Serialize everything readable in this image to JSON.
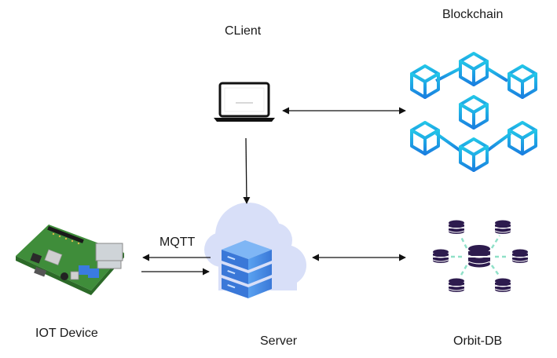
{
  "labels": {
    "client": "CLient",
    "blockchain": "Blockchain",
    "iot_device": "IOT Device",
    "server": "Server",
    "orbit_db": "Orbit-DB",
    "mqtt": "MQTT"
  },
  "nodes": [
    {
      "id": "client",
      "icon": "laptop-icon"
    },
    {
      "id": "blockchain",
      "icon": "blockchain-cubes-icon"
    },
    {
      "id": "iot_device",
      "icon": "raspberry-pi-board-icon"
    },
    {
      "id": "server",
      "icon": "cloud-server-icon"
    },
    {
      "id": "orbit_db",
      "icon": "distributed-database-icon"
    }
  ],
  "edges": [
    {
      "from": "client",
      "to": "blockchain",
      "direction": "both"
    },
    {
      "from": "client",
      "to": "server",
      "direction": "forward"
    },
    {
      "from": "server",
      "to": "iot_device",
      "direction": "forward",
      "label": "MQTT"
    },
    {
      "from": "iot_device",
      "to": "server",
      "direction": "forward"
    },
    {
      "from": "server",
      "to": "orbit_db",
      "direction": "both"
    }
  ],
  "colors": {
    "blockchain_top": "#22c6e8",
    "blockchain_bottom": "#1a7fe0",
    "db_purple": "#2d1b4e",
    "db_dash": "#8fe0c8",
    "server_blue": "#4a8fe6",
    "cloud": "#d8dff8",
    "board_green": "#3f8d3a"
  }
}
